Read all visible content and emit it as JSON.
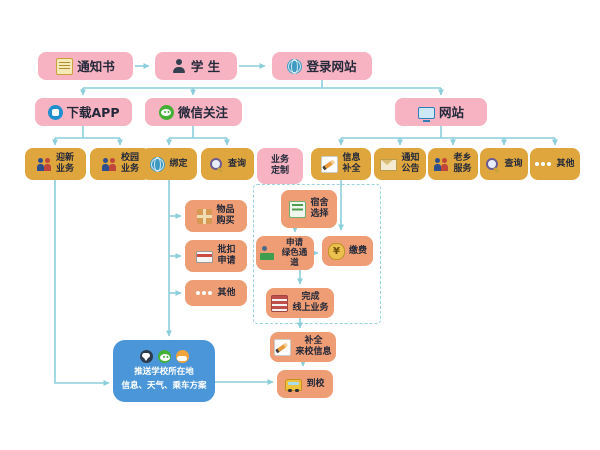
{
  "colors": {
    "pink_box": "#f7b3c2",
    "yellow_box": "#dfa63e",
    "orange_box": "#ef9d74",
    "blue_box": "#4b96d8",
    "connector": "#8ccfdb"
  },
  "flow": {
    "notice": {
      "label": "通知书",
      "icon": "document-icon"
    },
    "student": {
      "label": "学 生",
      "icon": "student-icon"
    },
    "login_site": {
      "label": "登录网站",
      "icon": "globe-icon"
    },
    "download_app": {
      "label": "下载APP",
      "icon": "app-icon"
    },
    "wechat_follow": {
      "label": "微信关注",
      "icon": "wechat-icon"
    },
    "website": {
      "label": "网站",
      "icon": "monitor-icon"
    },
    "welcome_services": {
      "label": "迎新\n业务",
      "icon": "people-icon"
    },
    "campus_services": {
      "label": "校园\n业务",
      "icon": "people-icon"
    },
    "bind": {
      "label": "绑定",
      "icon": "globe-icon"
    },
    "query_wechat": {
      "label": "查询",
      "icon": "magnifier-icon"
    },
    "business_custom": {
      "label": "业务\n定制"
    },
    "info_complete": {
      "label": "信息\n补全",
      "icon": "pencil-icon"
    },
    "announcements": {
      "label": "通知\n公告",
      "icon": "mail-icon"
    },
    "hometown_services": {
      "label": "老乡\n服务",
      "icon": "people-icon"
    },
    "query_website": {
      "label": "查询",
      "icon": "magnifier-icon"
    },
    "other_website": {
      "label": "其他",
      "icon": "dots-icon"
    },
    "item_purchase": {
      "label": "物品\n购买",
      "icon": "package-icon"
    },
    "batch_deduction": {
      "label": "批扣\n申请",
      "icon": "card-icon"
    },
    "other_wechat": {
      "label": "其他",
      "icon": "dots-icon"
    },
    "dorm_selection": {
      "label": "宿舍\n选择",
      "icon": "bunk-icon"
    },
    "green_channel": {
      "label": "申请\n绿色通道",
      "icon": "desk-icon"
    },
    "pay_fee": {
      "label": "缴费",
      "icon": "moneybag-icon"
    },
    "complete_online": {
      "label": "完成\n线上业务",
      "icon": "stack-icon"
    },
    "arrival_info": {
      "label": "补全\n来校信息",
      "icon": "pencil-icon"
    },
    "arrive_school": {
      "label": "到校",
      "icon": "bus-icon"
    },
    "push_info": {
      "line1": "推送学校所在地",
      "line2": "信息、天气、乘车方案",
      "icons": [
        "chat-icon",
        "wechat-icon",
        "weather-icon"
      ]
    }
  }
}
